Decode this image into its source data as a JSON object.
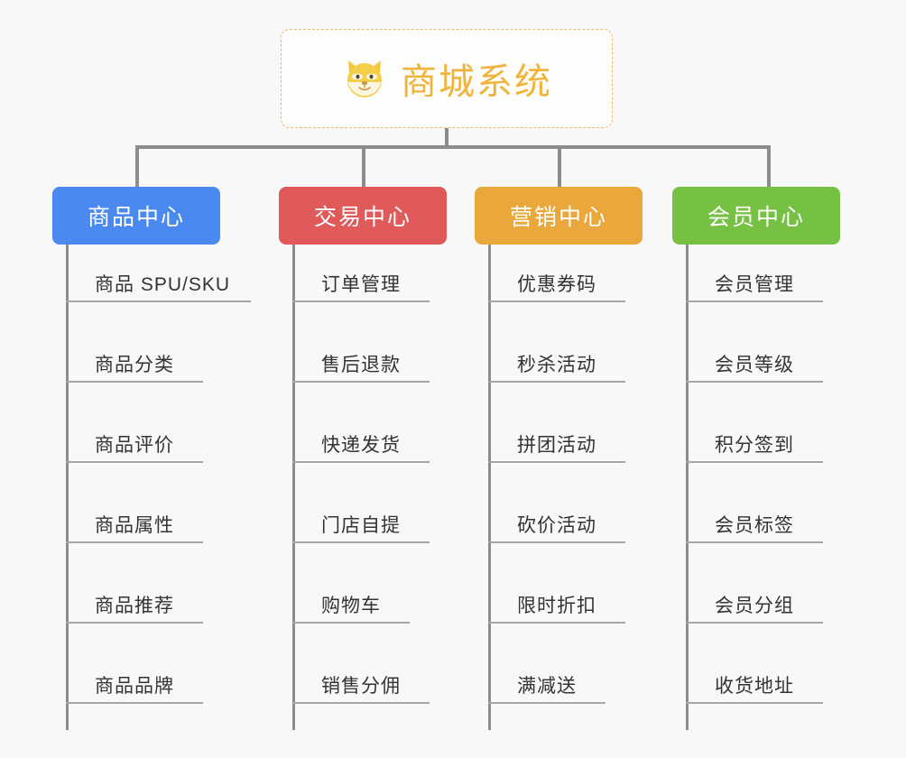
{
  "diagram": {
    "title": "商城系统",
    "background_color": "#f8f8f8",
    "root": {
      "label": "商城系统",
      "icon": "shiba-dog-face-emoji",
      "text_color": "#f0b43c",
      "border_color": "#e8b96a",
      "background_color": "#fdfdfc"
    },
    "connector_color": "#8c8c8c",
    "leaf_rule_color": "#a6a6a6",
    "leaf_text_color": "#333333",
    "columns": [
      {
        "label": "商品中心",
        "color": "#4a8af0",
        "text_color": "#ffffff",
        "items": [
          "商品 SPU/SKU",
          "商品分类",
          "商品评价",
          "商品属性",
          "商品推荐",
          "商品品牌"
        ]
      },
      {
        "label": "交易中心",
        "color": "#e05a5a",
        "text_color": "#ffffff",
        "items": [
          "订单管理",
          "售后退款",
          "快递发货",
          "门店自提",
          "购物车",
          "销售分佣"
        ]
      },
      {
        "label": "营销中心",
        "color": "#eaa83c",
        "text_color": "#ffffff",
        "items": [
          "优惠券码",
          "秒杀活动",
          "拼团活动",
          "砍价活动",
          "限时折扣",
          "满减送"
        ]
      },
      {
        "label": "会员中心",
        "color": "#76c043",
        "text_color": "#ffffff",
        "items": [
          "会员管理",
          "会员等级",
          "积分签到",
          "会员标签",
          "会员分组",
          "收货地址"
        ]
      }
    ]
  }
}
